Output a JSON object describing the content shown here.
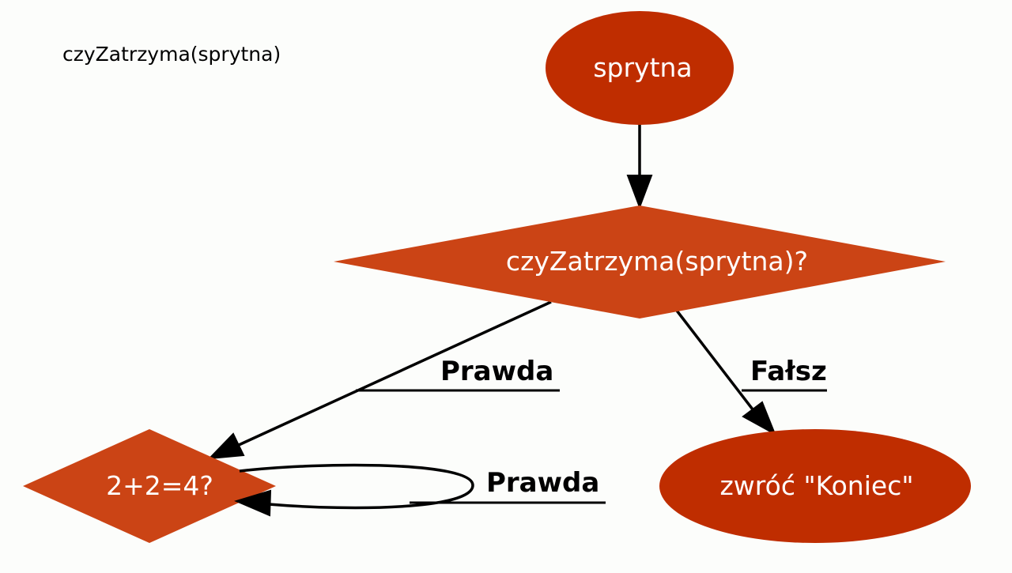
{
  "caption": "czyZatrzyma(sprytna)",
  "nodes": {
    "start": {
      "label": "sprytna"
    },
    "decision": {
      "label": "czyZatrzyma(sprytna)?"
    },
    "loop": {
      "label": "2+2=4?"
    },
    "end": {
      "label": "zwróć \"Koniec\""
    }
  },
  "edges": {
    "true_branch": {
      "label": "Prawda"
    },
    "false_branch": {
      "label": "Fałsz"
    },
    "self_loop": {
      "label": "Prawda"
    }
  },
  "colors": {
    "ellipse_fill": "#bf2d00",
    "diamond_fill": "#cb4415",
    "text_on_shape": "#ffffff",
    "edge_color": "#000000",
    "background": "#fcfdfb"
  }
}
